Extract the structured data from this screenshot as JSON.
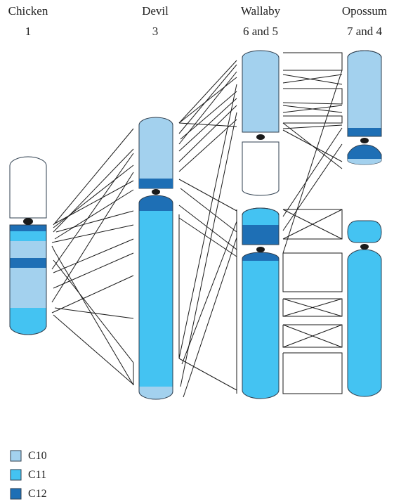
{
  "species": [
    {
      "name": "Chicken",
      "chromosomes": "1"
    },
    {
      "name": "Devil",
      "chromosomes": "3"
    },
    {
      "name": "Wallaby",
      "chromosomes": "6 and 5"
    },
    {
      "name": "Opossum",
      "chromosomes": "7 and 4"
    }
  ],
  "legend": [
    {
      "label": "C10",
      "color": "#a3d1ee"
    },
    {
      "label": "C11",
      "color": "#44c3f2"
    },
    {
      "label": "C12",
      "color": "#1e6fb5"
    }
  ],
  "colors": {
    "outline": "#2f3f4f",
    "centromere": "#1a1a1a",
    "white": "#ffffff",
    "line": "#1a1a1a"
  }
}
